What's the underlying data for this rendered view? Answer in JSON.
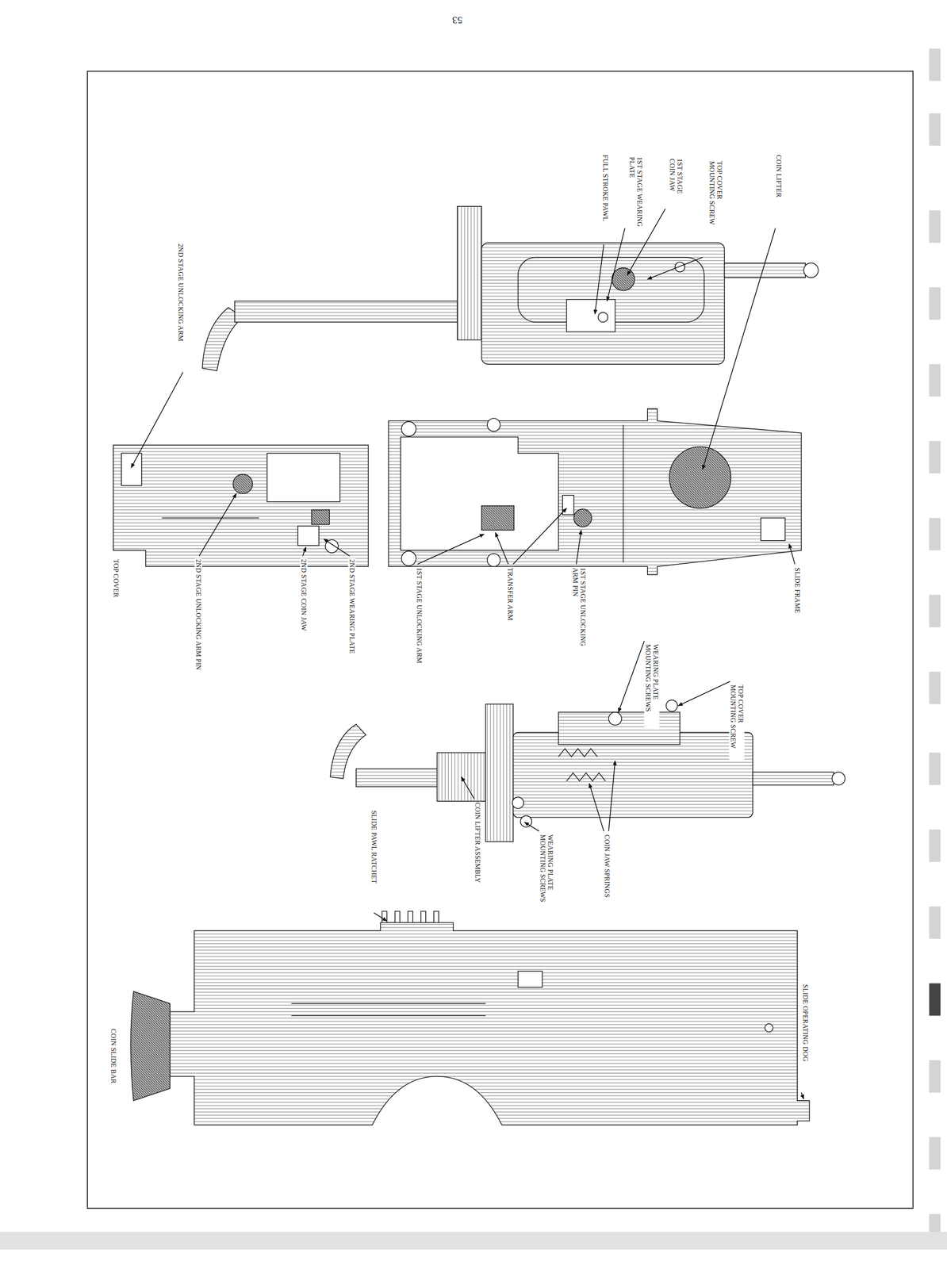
{
  "diagram": {
    "labels": [
      "53",
      "COIN LIFTER",
      "TOP COVER MOUNTING SCREW",
      "1ST STAGE COIN JAW",
      "1ST STAGE WEARING PLATE",
      "FULL STROKE PAWL",
      "2ND STAGE UNLOCKING ARM",
      "SLIDE FRAME",
      "1ST STAGE UNLOCKING ARM PIN",
      "TRANSFER ARM",
      "1ST STAGE UNLOCKING ARM",
      "2ND STAGE WEARING PLATE",
      "2ND STAGE COIN JAW",
      "2ND STAGE UNLOCKING ARM PIN",
      "TOP COVER",
      "TOP COVER MOUNTING SCREW",
      "WEARING PLATE MOUNTING SCREWS",
      "COIN JAW SPRINGS",
      "WEARING PLATE MOUNTING SCREWS",
      "COIN LIFTER ASSEMBLY",
      "SLIDE PAWL RATCHET",
      "SLIDE OPERATING DOG",
      "COIN SLIDE BAR"
    ]
  }
}
